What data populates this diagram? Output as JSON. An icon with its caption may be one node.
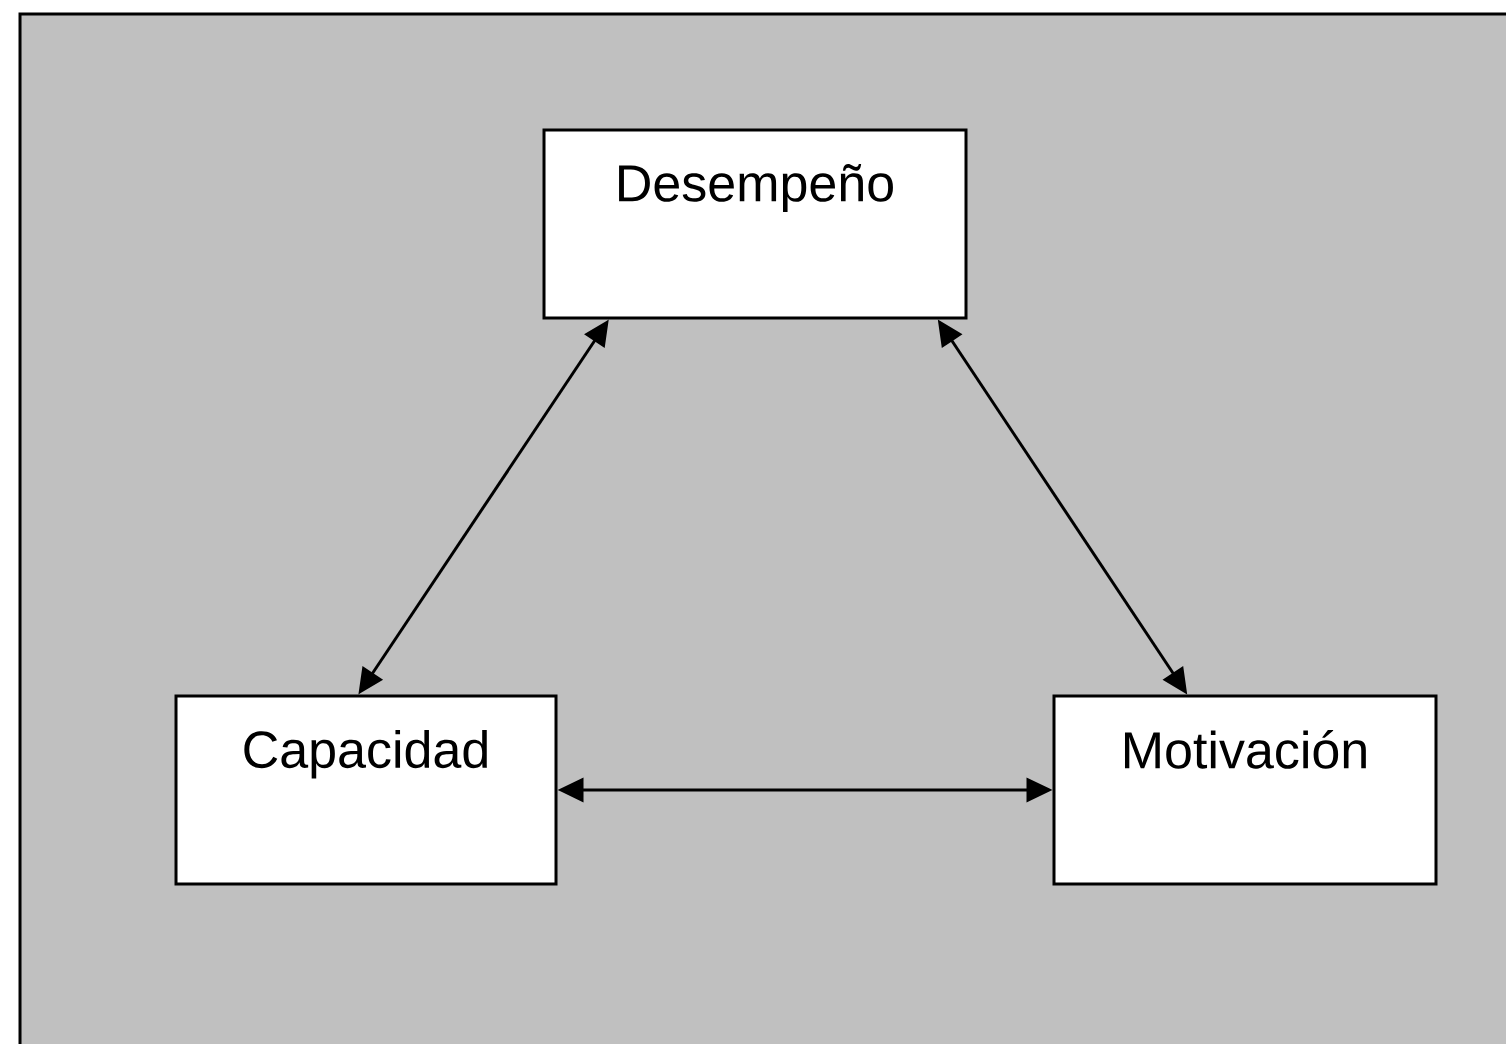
{
  "diagram": {
    "nodes": [
      {
        "text": [
          "Desempeño"
        ]
      },
      {
        "text": [
          "Capacidad"
        ]
      },
      {
        "text": [
          "Motivación"
        ]
      }
    ],
    "edges": [
      {
        "from": 0,
        "to": 1,
        "arrow": "both"
      },
      {
        "from": 0,
        "to": 2,
        "arrow": "both"
      },
      {
        "from": 1,
        "to": 2,
        "arrow": "both"
      }
    ]
  }
}
